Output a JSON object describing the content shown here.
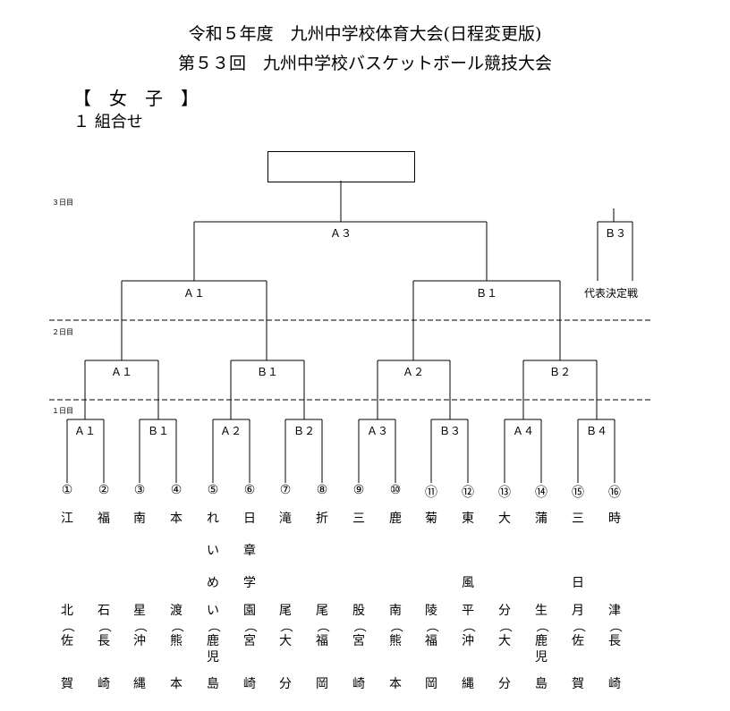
{
  "title_line1": "令和５年度　九州中学校体育大会(日程変更版)",
  "title_line2": "第５３回　九州中学校バスケットボール競技大会",
  "section": "【　女　子　】",
  "subsection": "１ 組合せ",
  "days": {
    "d3": "３日目",
    "d2": "２日目",
    "d1": "１日目"
  },
  "labels": {
    "r3_a3": "Ａ３",
    "r3_b3": "Ｂ３",
    "r2_a1": "Ａ１",
    "r2_b1": "Ｂ１",
    "rep": "代表決定戦",
    "r1_a1": "Ａ１",
    "r1_b1": "Ｂ１",
    "r1_a2": "Ａ２",
    "r1_b2": "Ｂ２",
    "g_a1": "Ａ１",
    "g_b1": "Ｂ１",
    "g_a2": "Ａ２",
    "g_b2": "Ｂ２",
    "g_a3": "Ａ３",
    "g_b3": "Ｂ３",
    "g_a4": "Ａ４",
    "g_b4": "Ｂ４"
  },
  "teams": [
    {
      "num": "①",
      "name": [
        "江",
        "",
        "",
        ""
      ],
      "pref": [
        "北",
        "（",
        "佐",
        "",
        "賀"
      ]
    },
    {
      "num": "②",
      "name": [
        "福",
        "",
        "",
        ""
      ],
      "pref": [
        "石",
        "（",
        "長",
        "",
        "崎"
      ]
    },
    {
      "num": "③",
      "name": [
        "南",
        "",
        "",
        ""
      ],
      "pref": [
        "星",
        "（",
        "沖",
        "",
        "縄"
      ]
    },
    {
      "num": "④",
      "name": [
        "本",
        "",
        "",
        ""
      ],
      "pref": [
        "渡",
        "（",
        "熊",
        "",
        "本"
      ]
    },
    {
      "num": "⑤",
      "name": [
        "れ",
        "い",
        "め",
        ""
      ],
      "pref": [
        "い",
        "（",
        "鹿",
        "児",
        "島"
      ]
    },
    {
      "num": "⑥",
      "name": [
        "日",
        "章",
        "学",
        ""
      ],
      "pref": [
        "園",
        "（",
        "宮",
        "",
        "崎"
      ]
    },
    {
      "num": "⑦",
      "name": [
        "滝",
        "",
        "",
        ""
      ],
      "pref": [
        "尾",
        "（",
        "大",
        "",
        "分"
      ]
    },
    {
      "num": "⑧",
      "name": [
        "折",
        "",
        "",
        ""
      ],
      "pref": [
        "尾",
        "（",
        "福",
        "",
        "岡"
      ]
    },
    {
      "num": "⑨",
      "name": [
        "三",
        "",
        "",
        ""
      ],
      "pref": [
        "股",
        "（",
        "宮",
        "",
        "崎"
      ]
    },
    {
      "num": "⑩",
      "name": [
        "鹿",
        "",
        "",
        ""
      ],
      "pref": [
        "南",
        "（",
        "熊",
        "",
        "本"
      ]
    },
    {
      "num": "⑪",
      "name": [
        "菊",
        "",
        "",
        ""
      ],
      "pref": [
        "陵",
        "（",
        "福",
        "",
        "岡"
      ]
    },
    {
      "num": "⑫",
      "name": [
        "東",
        "",
        "風",
        ""
      ],
      "pref": [
        "平",
        "（",
        "沖",
        "",
        "縄"
      ]
    },
    {
      "num": "⑬",
      "name": [
        "大",
        "",
        "",
        ""
      ],
      "pref": [
        "分",
        "（",
        "大",
        "",
        "分"
      ]
    },
    {
      "num": "⑭",
      "name": [
        "蒲",
        "",
        "",
        ""
      ],
      "pref": [
        "生",
        "（",
        "鹿",
        "児",
        "島"
      ]
    },
    {
      "num": "⑮",
      "name": [
        "三",
        "",
        "日",
        ""
      ],
      "pref": [
        "月",
        "（",
        "佐",
        "",
        "賀"
      ]
    },
    {
      "num": "⑯",
      "name": [
        "時",
        "",
        "",
        ""
      ],
      "pref": [
        "津",
        "（",
        "長",
        "",
        "崎"
      ]
    }
  ]
}
